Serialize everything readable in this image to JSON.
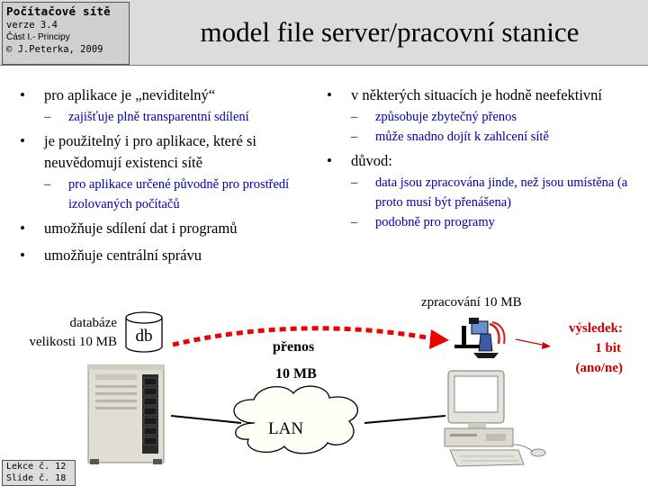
{
  "header": {
    "course_title": "Počítačové sítě",
    "version": "verze 3.4",
    "part": "Část I.- Principy",
    "copyright": "© J.Peterka, 2009",
    "slide_title": "model file server/pracovní stanice"
  },
  "left_bullets": [
    {
      "text": "pro aplikace je „neviditelný“",
      "sub": [
        "zajišťuje plně transparentní sdílení"
      ]
    },
    {
      "text": "je použitelný i pro aplikace, které si neuvědomují existenci sítě",
      "sub": [
        "pro aplikace určené původně pro prostředí izolovaných počítačů"
      ]
    },
    {
      "text": "umožňuje sdílení dat i programů",
      "sub": []
    },
    {
      "text": "umožňuje centrální správu",
      "sub": []
    }
  ],
  "right_bullets": [
    {
      "text": "v některých situacích je hodně neefektivní",
      "sub": [
        "způsobuje zbytečný přenos",
        "může snadno dojít k zahlcení sítě"
      ]
    },
    {
      "text": "důvod:",
      "sub": [
        "data jsou zpracována jinde, než jsou umístěna (a proto musí být přenášena)",
        "podobně pro programy"
      ]
    }
  ],
  "diagram": {
    "db_label_line1": "databáze",
    "db_label_line2": "velikosti 10 MB",
    "db_icon_text": "db",
    "processing_label": "zpracování 10 MB",
    "transfer_line1": "přenos",
    "transfer_line2": "10 MB",
    "result_line1": "výsledek:",
    "result_line2": "1 bit",
    "result_line3": "(ano/ne)",
    "network_label": "LAN"
  },
  "footer": {
    "lesson": "Lekce č. 12",
    "slide": "Slide č. 18"
  },
  "colors": {
    "sub_bullet": "#0000aa",
    "arrow": "#ee0000",
    "result_text": "#cc0000",
    "header_bg": "#dcdcdc"
  }
}
